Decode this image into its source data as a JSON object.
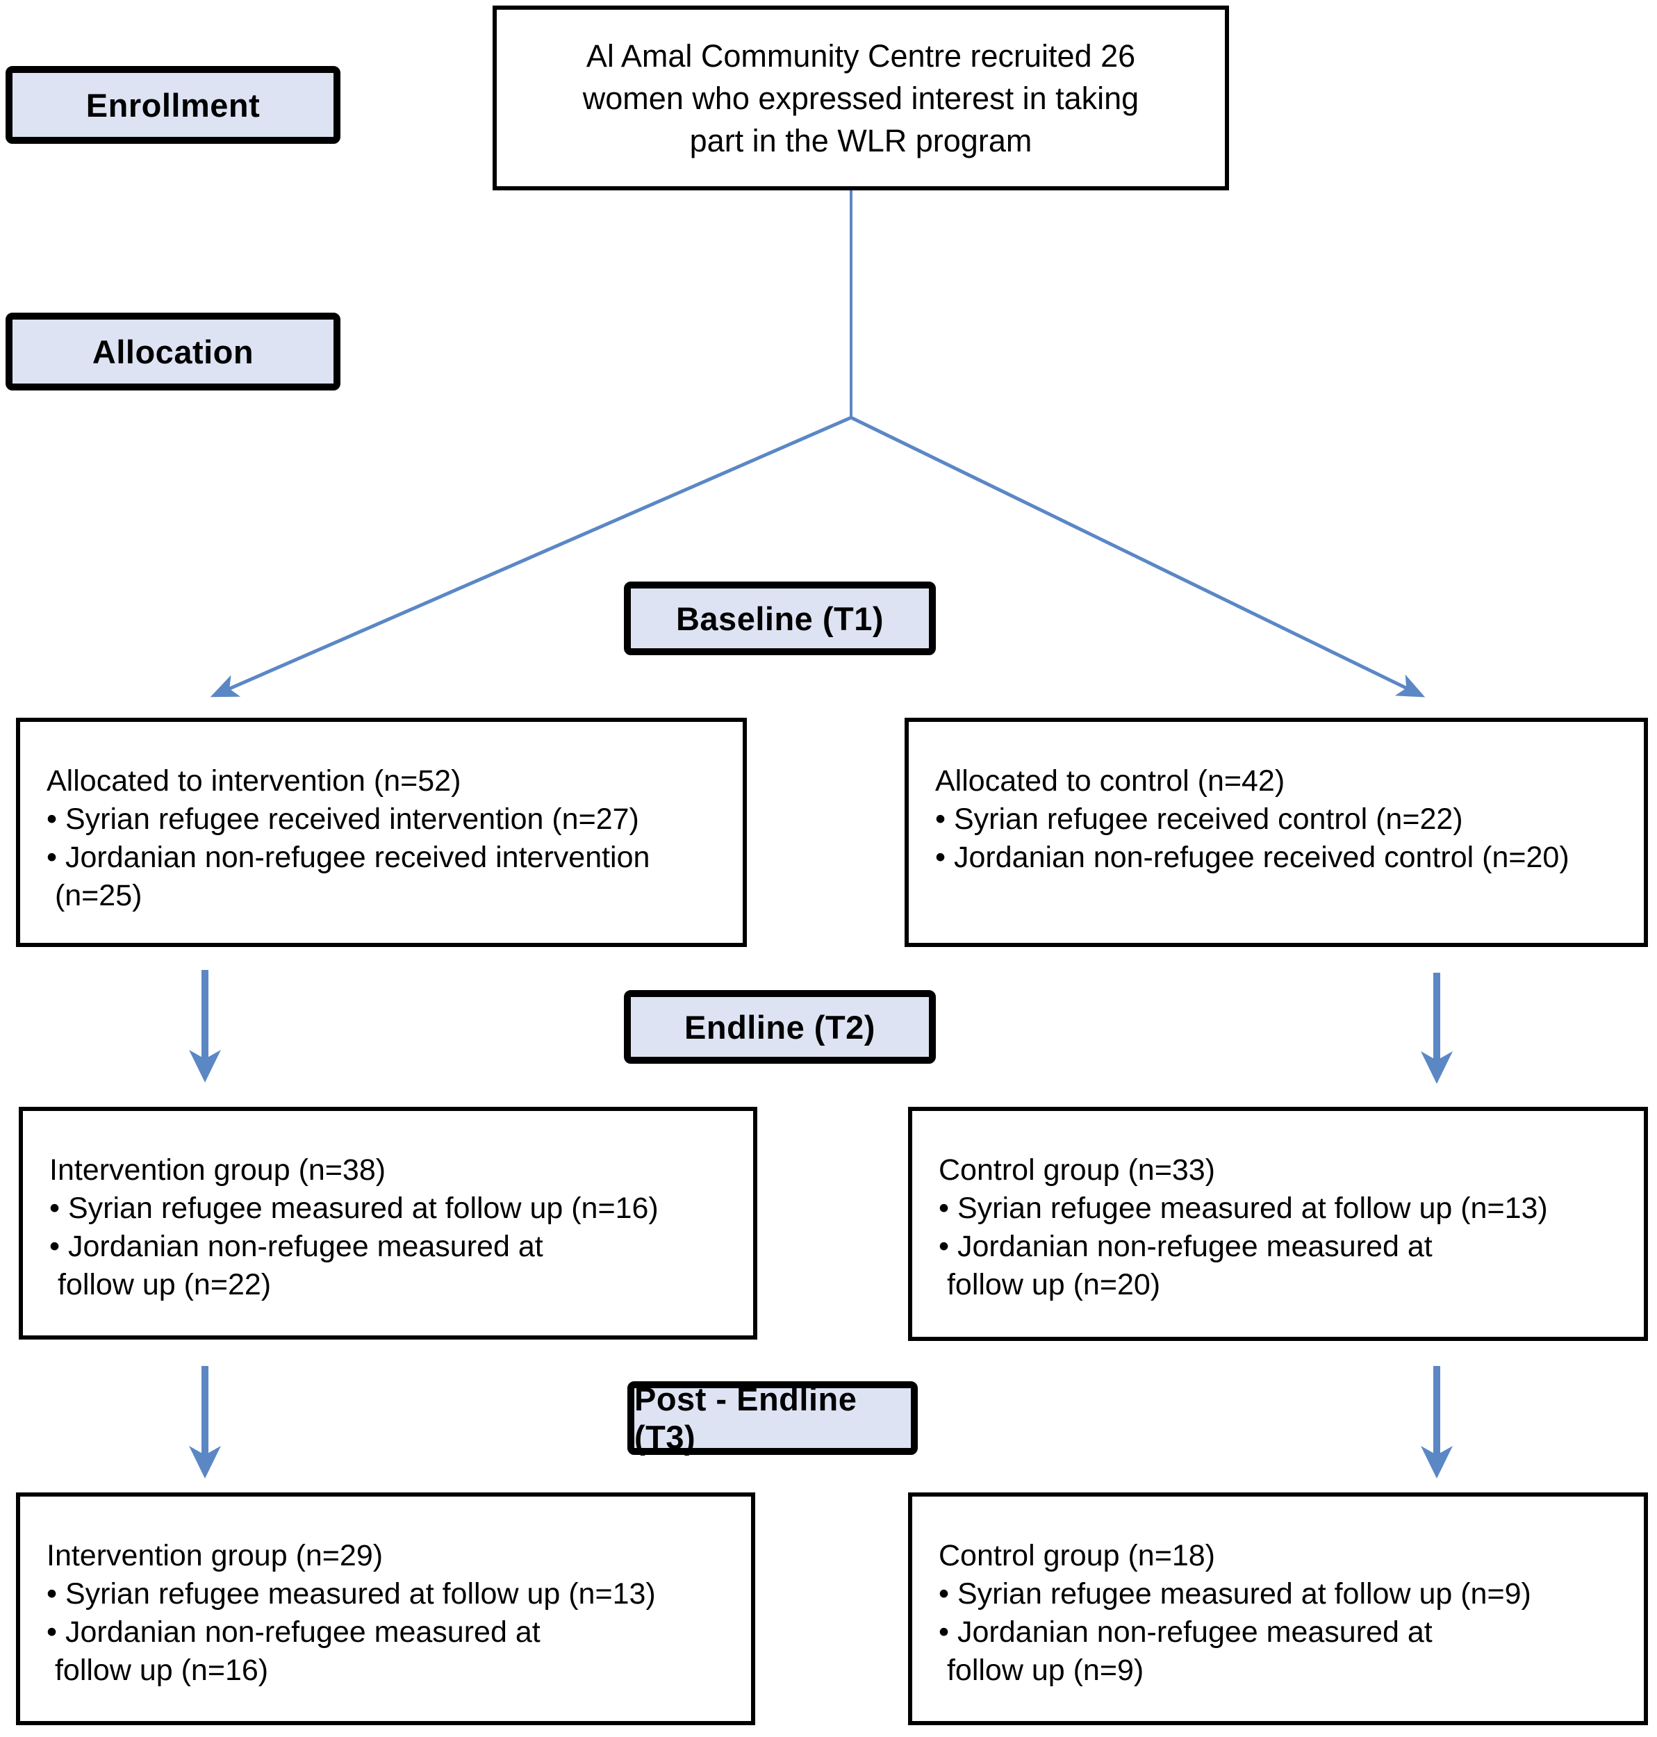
{
  "stages": {
    "enrollment": "Enrollment",
    "allocation": "Allocation",
    "baseline": "Baseline (T1)",
    "endline": "Endline (T2)",
    "post_endline": "Post - Endline (T3)"
  },
  "recruitment_box": {
    "lines": [
      "Al Amal Community Centre recruited 26",
      "women who expressed interest in taking",
      "part in the WLR program"
    ]
  },
  "allocation_row": {
    "intervention": {
      "lines": [
        "Allocated to intervention (n=52)",
        "• Syrian refugee received intervention (n=27)",
        "• Jordanian non-refugee received intervention",
        " (n=25)"
      ]
    },
    "control": {
      "lines": [
        "Allocated to control (n=42)",
        "• Syrian refugee received control (n=22)",
        "• Jordanian non-refugee received control (n=20)"
      ]
    }
  },
  "endline_row": {
    "intervention": {
      "lines": [
        "Intervention group (n=38)",
        "• Syrian refugee measured at follow up (n=16)",
        "• Jordanian non-refugee measured at",
        " follow up (n=22)"
      ]
    },
    "control": {
      "lines": [
        "Control group (n=33)",
        "• Syrian refugee measured at follow up (n=13)",
        "• Jordanian non-refugee measured at",
        " follow up (n=20)"
      ]
    }
  },
  "post_endline_row": {
    "intervention": {
      "lines": [
        "Intervention group (n=29)",
        "• Syrian refugee measured at follow up (n=13)",
        "• Jordanian non-refugee measured at",
        " follow up (n=16)"
      ]
    },
    "control": {
      "lines": [
        "Control group (n=18)",
        "• Syrian refugee measured at follow up (n=9)",
        "• Jordanian non-refugee measured at",
        " follow up (n=9)"
      ]
    }
  },
  "colors": {
    "stage_label_fill": "#dde3f2",
    "arrow_blue": "#5b87c5",
    "box_border": "#000000",
    "text": "#000000",
    "background": "#ffffff"
  }
}
